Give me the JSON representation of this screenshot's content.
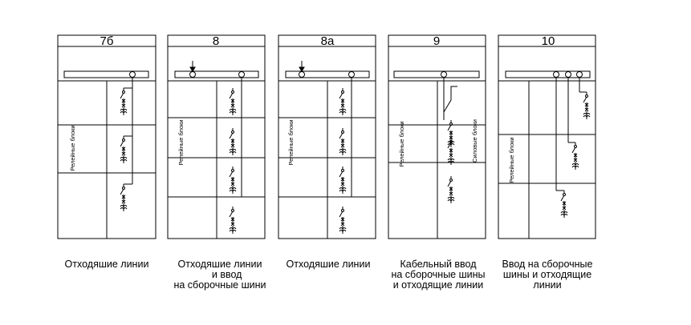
{
  "cabinets": [
    {
      "number": "7б",
      "caption": "Отходяшие линии",
      "relay_label": "Релейные блоки",
      "side_label": ""
    },
    {
      "number": "8",
      "caption": "Отходяшие линии\n     и ввод\nна сборочные шини",
      "relay_label": "Релейные блоки",
      "side_label": ""
    },
    {
      "number": "8а",
      "caption": "Отходяшие линии",
      "relay_label": "Релейные блоки",
      "side_label": ""
    },
    {
      "number": "9",
      "caption": "Кабельный ввод\nна сборочные шины\nи отходящие линии",
      "relay_label": "Релейные блоки",
      "side_label": "Силовые блоки"
    },
    {
      "number": "10",
      "caption": "Ввод на сборочные\nшины и отходящие\nлинии",
      "relay_label": "Релейные блоки",
      "side_label": ""
    }
  ],
  "symbols": {
    "circuit_breaker": "circuit-breaker-icon",
    "current_transformer": "current-transformer-icon",
    "busbar_tap": "busbar-tap-icon",
    "input_arrow": "input-arrow-icon"
  },
  "colors": {
    "line": "#000000",
    "background": "#ffffff"
  }
}
